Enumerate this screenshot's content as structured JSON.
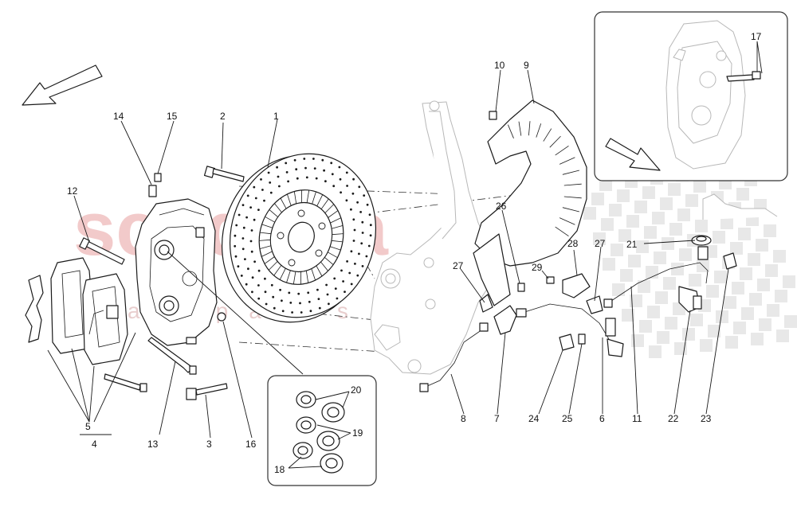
{
  "watermark": {
    "main": "scuderia",
    "sub": "car parts",
    "color": "#e8a0a0"
  },
  "colors": {
    "line": "#1a1a1a",
    "inset_border": "#333333",
    "ghost_line": "#b8b8b8"
  },
  "icons": {
    "direction_arrow_main": "arrow-down-left-icon",
    "direction_arrow_inset": "arrow-down-right-icon"
  },
  "callouts": [
    {
      "id": "c1",
      "label": "1"
    },
    {
      "id": "c2",
      "label": "2"
    },
    {
      "id": "c3",
      "label": "3"
    },
    {
      "id": "c4",
      "label": "4"
    },
    {
      "id": "c5",
      "label": "5"
    },
    {
      "id": "c6",
      "label": "6"
    },
    {
      "id": "c7",
      "label": "7"
    },
    {
      "id": "c8",
      "label": "8"
    },
    {
      "id": "c9",
      "label": "9"
    },
    {
      "id": "c10",
      "label": "10"
    },
    {
      "id": "c11",
      "label": "11"
    },
    {
      "id": "c12",
      "label": "12"
    },
    {
      "id": "c13",
      "label": "13"
    },
    {
      "id": "c14",
      "label": "14"
    },
    {
      "id": "c15",
      "label": "15"
    },
    {
      "id": "c16",
      "label": "16"
    },
    {
      "id": "c17",
      "label": "17"
    },
    {
      "id": "c18",
      "label": "18"
    },
    {
      "id": "c19",
      "label": "19"
    },
    {
      "id": "c20",
      "label": "20"
    },
    {
      "id": "c21",
      "label": "21"
    },
    {
      "id": "c22",
      "label": "22"
    },
    {
      "id": "c23",
      "label": "23"
    },
    {
      "id": "c24",
      "label": "24"
    },
    {
      "id": "c25",
      "label": "25"
    },
    {
      "id": "c26",
      "label": "26"
    },
    {
      "id": "c27a",
      "label": "27"
    },
    {
      "id": "c27b",
      "label": "27"
    },
    {
      "id": "c28",
      "label": "28"
    },
    {
      "id": "c29",
      "label": "29"
    }
  ]
}
